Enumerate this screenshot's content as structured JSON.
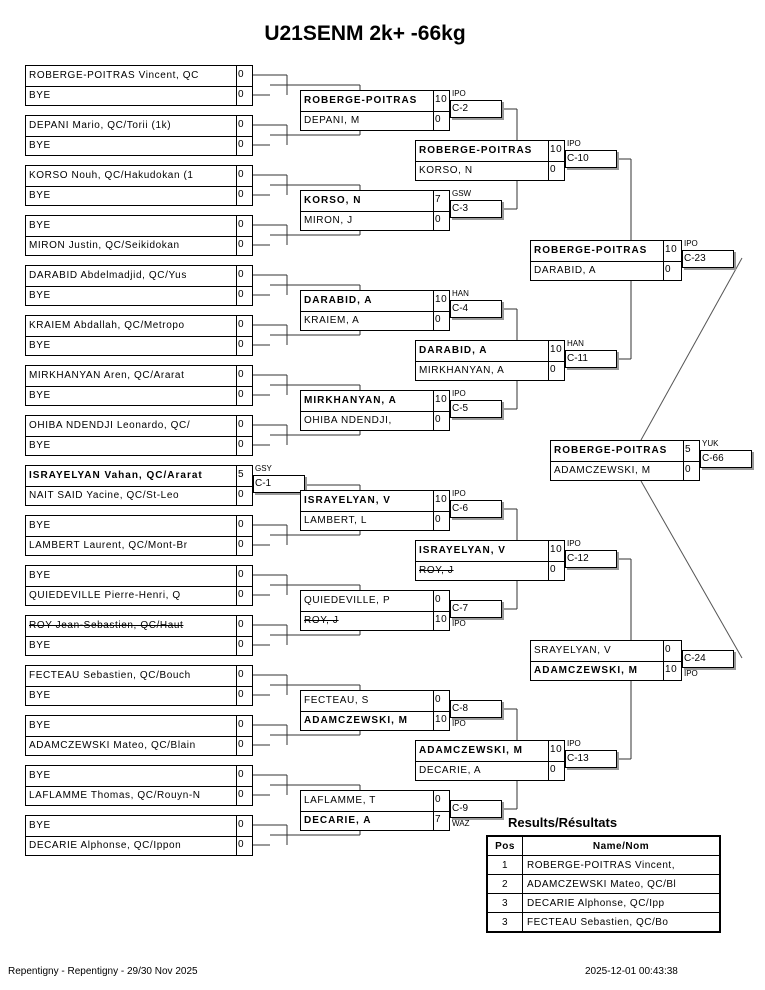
{
  "title": "U21SENM 2k+ -66kg",
  "round1": [
    {
      "top": "ROBERGE-POITRAS Vincent, QC",
      "ts": "0",
      "bottom": "BYE",
      "bs": "0"
    },
    {
      "top": "DEPANI Mario, QC/Torii (1k)",
      "ts": "0",
      "bottom": "BYE",
      "bs": "0"
    },
    {
      "top": "KORSO Nouh, QC/Hakudokan (1",
      "ts": "0",
      "bottom": "BYE",
      "bs": "0"
    },
    {
      "top": "BYE",
      "ts": "0",
      "bottom": "MIRON Justin, QC/Seikidokan",
      "bs": "0"
    },
    {
      "top": "DARABID Abdelmadjid, QC/Yus",
      "ts": "0",
      "bottom": "BYE",
      "bs": "0"
    },
    {
      "top": "KRAIEM Abdallah, QC/Metropo",
      "ts": "0",
      "bottom": "BYE",
      "bs": "0"
    },
    {
      "top": "MIRKHANYAN Aren, QC/Ararat",
      "ts": "0",
      "bottom": "BYE",
      "bs": "0"
    },
    {
      "top": "OHIBA NDENDJI Leonardo, QC/",
      "ts": "0",
      "bottom": "BYE",
      "bs": "0"
    },
    {
      "top": "ISRAYELYAN Vahan, QC/Ararat",
      "ts": "5",
      "bottom": "NAIT SAID Yacine, QC/St-Leo",
      "bs": "0",
      "winner": "top",
      "label": "C-1",
      "tag": "GSY"
    },
    {
      "top": "BYE",
      "ts": "0",
      "bottom": "LAMBERT Laurent, QC/Mont-Br",
      "bs": "0"
    },
    {
      "top": "BYE",
      "ts": "0",
      "bottom": "QUIEDEVILLE Pierre-Henri, Q",
      "bs": "0"
    },
    {
      "top": "ROY Jean-Sebastien, QC/Haut",
      "ts": "0",
      "bottom": "BYE",
      "bs": "0",
      "strike": "top"
    },
    {
      "top": "FECTEAU Sebastien, QC/Bouch",
      "ts": "0",
      "bottom": "BYE",
      "bs": "0"
    },
    {
      "top": "BYE",
      "ts": "0",
      "bottom": "ADAMCZEWSKI Mateo, QC/Blain",
      "bs": "0"
    },
    {
      "top": "BYE",
      "ts": "0",
      "bottom": "LAFLAMME Thomas, QC/Rouyn-N",
      "bs": "0"
    },
    {
      "top": "BYE",
      "ts": "0",
      "bottom": "DECARIE Alphonse, QC/Ippon",
      "bs": "0"
    }
  ],
  "round2": [
    {
      "top": "ROBERGE-POITRAS",
      "ts": "10",
      "bottom": "DEPANI, M",
      "bs": "0",
      "winner": "top",
      "label": "C-2",
      "tag": "IPO"
    },
    {
      "top": "KORSO, N",
      "ts": "7",
      "bottom": "MIRON, J",
      "bs": "0",
      "winner": "top",
      "label": "C-3",
      "tag": "GSW"
    },
    {
      "top": "DARABID, A",
      "ts": "10",
      "bottom": "KRAIEM, A",
      "bs": "0",
      "winner": "top",
      "label": "C-4",
      "tag": "HAN"
    },
    {
      "top": "MIRKHANYAN, A",
      "ts": "10",
      "bottom": "OHIBA NDENDJI,",
      "bs": "0",
      "winner": "top",
      "label": "C-5",
      "tag": "IPO"
    },
    {
      "top": "ISRAYELYAN, V",
      "ts": "10",
      "bottom": "LAMBERT, L",
      "bs": "0",
      "winner": "top",
      "label": "C-6",
      "tag": "IPO"
    },
    {
      "top": "QUIEDEVILLE, P",
      "ts": "0",
      "bottom": "ROY, J",
      "bs": "10",
      "winner": "bottom-plain",
      "strike": "bottom",
      "label": "C-7",
      "tag": "IPO"
    },
    {
      "top": "FECTEAU, S",
      "ts": "0",
      "bottom": "ADAMCZEWSKI, M",
      "bs": "10",
      "winner": "bottom",
      "label": "C-8",
      "tag": "IPO"
    },
    {
      "top": "LAFLAMME, T",
      "ts": "0",
      "bottom": "DECARIE, A",
      "bs": "7",
      "winner": "bottom",
      "label": "C-9",
      "tag": "WAZ"
    }
  ],
  "round3": [
    {
      "top": "ROBERGE-POITRAS",
      "ts": "10",
      "bottom": "KORSO, N",
      "bs": "0",
      "winner": "top",
      "label": "C-10",
      "tag": "IPO"
    },
    {
      "top": "DARABID, A",
      "ts": "10",
      "bottom": "MIRKHANYAN, A",
      "bs": "0",
      "winner": "top",
      "label": "C-11",
      "tag": "HAN"
    },
    {
      "top": "ISRAYELYAN, V",
      "ts": "10",
      "bottom": "ROY, J",
      "bs": "0",
      "winner": "top",
      "strike": "bottom",
      "label": "C-12",
      "tag": "IPO"
    },
    {
      "top": "ADAMCZEWSKI, M",
      "ts": "10",
      "bottom": "DECARIE, A",
      "bs": "0",
      "winner": "top",
      "label": "C-13",
      "tag": "IPO"
    }
  ],
  "round4": [
    {
      "top": "ROBERGE-POITRAS",
      "ts": "10",
      "bottom": "DARABID, A",
      "bs": "0",
      "winner": "top",
      "label": "C-23",
      "tag": "IPO"
    },
    {
      "top": "SRAYELYAN, V",
      "ts": "0",
      "bottom": "ADAMCZEWSKI, M",
      "bs": "10",
      "winner": "bottom",
      "label": "C-24",
      "tag": "IPO"
    }
  ],
  "final": [
    {
      "top": "ROBERGE-POITRAS",
      "ts": "5",
      "bottom": "ADAMCZEWSKI, M",
      "bs": "0",
      "winner": "top",
      "label": "C-66",
      "tag": "YUK"
    }
  ],
  "results": {
    "title": "Results/Résultats",
    "headers": {
      "pos": "Pos",
      "name": "Name/Nom"
    },
    "rows": [
      {
        "pos": "1",
        "name": "ROBERGE-POITRAS Vincent,"
      },
      {
        "pos": "2",
        "name": "ADAMCZEWSKI Mateo, QC/Bl"
      },
      {
        "pos": "3",
        "name": "DECARIE Alphonse, QC/Ipp"
      },
      {
        "pos": "3",
        "name": "FECTEAU Sebastien, QC/Bo"
      }
    ]
  },
  "footer": {
    "left": "Repentigny - Repentigny - 29/30 Nov 2025",
    "right": "2025-12-01 00:43:38"
  }
}
